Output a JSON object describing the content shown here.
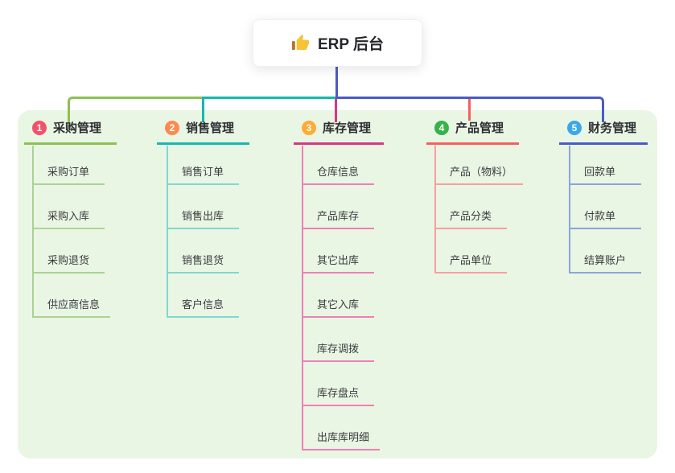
{
  "root": {
    "title": "ERP 后台",
    "icon": "thumbs-up-icon",
    "line_color": "#4a5bc4"
  },
  "branches": [
    {
      "badge": "1",
      "label": "采购管理",
      "badge_color": "#f3506c",
      "line_color": "#8cc152",
      "child_line_color": "#aad393",
      "children": [
        "采购订单",
        "采购入库",
        "采购退货",
        "供应商信息"
      ]
    },
    {
      "badge": "2",
      "label": "销售管理",
      "badge_color": "#fd8a4e",
      "line_color": "#16b8ae",
      "child_line_color": "#83d6cf",
      "children": [
        "销售订单",
        "销售出库",
        "销售退货",
        "客户信息"
      ]
    },
    {
      "badge": "3",
      "label": "库存管理",
      "badge_color": "#ffac33",
      "line_color": "#d63788",
      "child_line_color": "#ef7fb4",
      "children": [
        "仓库信息",
        "产品库存",
        "其它出库",
        "其它入库",
        "库存调拨",
        "库存盘点",
        "出库库明细"
      ]
    },
    {
      "badge": "4",
      "label": "产品管理",
      "badge_color": "#35b34a",
      "line_color": "#f95d5f",
      "child_line_color": "#f99fa0",
      "children": [
        "产品（物料）",
        "产品分类",
        "产品单位"
      ]
    },
    {
      "badge": "5",
      "label": "财务管理",
      "badge_color": "#38a8ee",
      "line_color": "#4a5bc4",
      "child_line_color": "#8ba4dd",
      "children": [
        "回款单",
        "付款单",
        "结算账户"
      ]
    }
  ]
}
